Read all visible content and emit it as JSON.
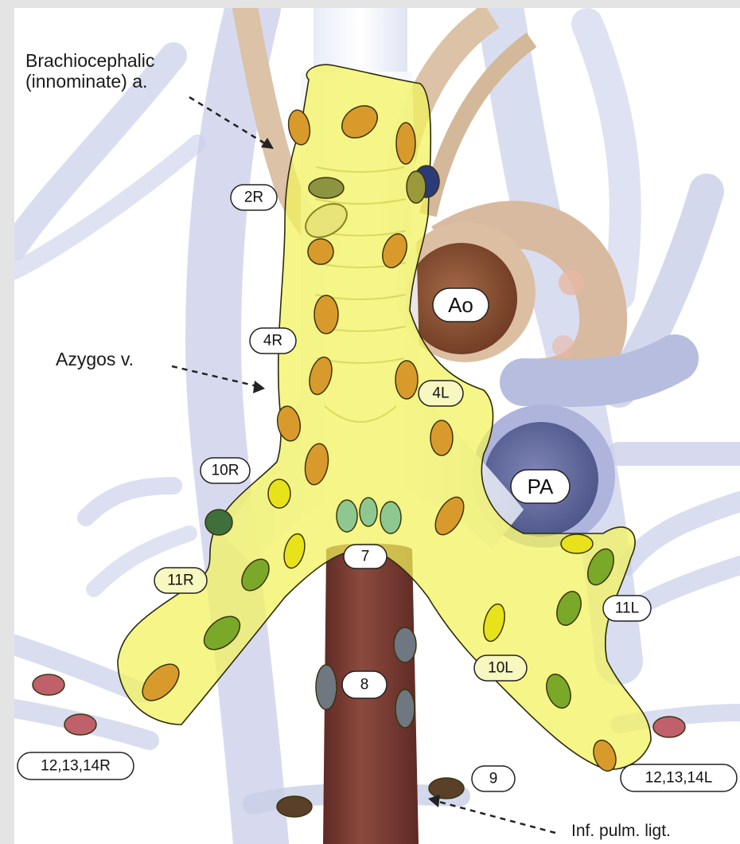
{
  "annotations": {
    "brachiocephalic_line1": "Brachiocephalic",
    "brachiocephalic_line2": "(innominate) a.",
    "azygos": "Azygos v.",
    "inf_pulm_ligt": "Inf. pulm. ligt."
  },
  "vessel_labels": {
    "aorta": "Ao",
    "pulmonary_artery": "PA"
  },
  "station_labels": {
    "s2R": "2R",
    "s4R": "4R",
    "s4L": "4L",
    "s10R": "10R",
    "s11R": "11R",
    "s7": "7",
    "s8": "8",
    "s9": "9",
    "s10L": "10L",
    "s11L": "11L",
    "s12R": "12,13,14R",
    "s12L": "12,13,14L"
  },
  "colors": {
    "yellow_zone": "#f0f060",
    "node_orange": "#d89a2a",
    "node_green": "#7aa830",
    "node_yellow": "#e8e020",
    "node_red": "#c0606a",
    "node_brown": "#5a4028",
    "node_gray": "#707880",
    "vein_blue": "#c8cde8",
    "aorta_tan": "#d8b898",
    "esophagus": "#7a3a32"
  }
}
